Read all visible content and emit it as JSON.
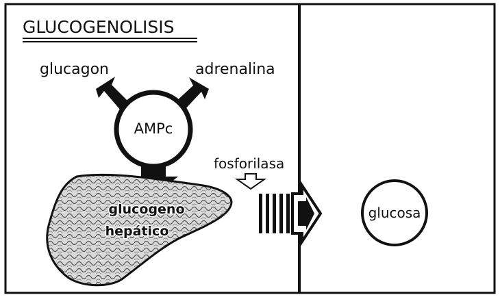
{
  "title": "GLUCOGENOLISIS",
  "hormones": {
    "left": "glucagon",
    "right": "adrenalina"
  },
  "messenger": "AMPc",
  "enzyme": "fosforilasa",
  "substrate": {
    "line1": "glucogeno",
    "line2": "hepático"
  },
  "product": "glucosa",
  "colors": {
    "ink": "#111111",
    "paper": "#ffffff",
    "texture": "#555555"
  }
}
